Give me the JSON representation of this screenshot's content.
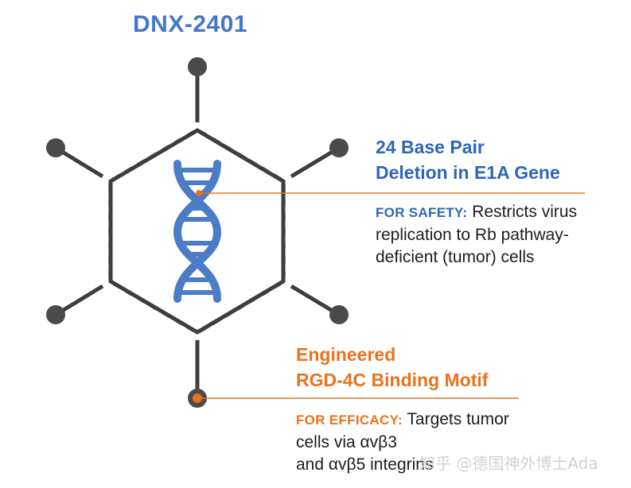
{
  "title": "DNX-2401",
  "colors": {
    "title_blue": "#4477c6",
    "heading_blue": "#2d66b9",
    "orange": "#e8731e",
    "outline": "#3d3d3d",
    "dna_blue": "#4a7cc8"
  },
  "features": [
    {
      "heading_lines": [
        "24 Base Pair",
        "Deletion in E1A Gene"
      ],
      "label": "FOR SAFETY:",
      "desc_lines": [
        "Restricts virus",
        "replication to Rb pathway-",
        "deficient (tumor) cells"
      ],
      "pointer": "dna-helix"
    },
    {
      "heading_lines": [
        "Engineered",
        "RGD-4C Binding Motif"
      ],
      "label": "FOR EFFICACY:",
      "desc_lines": [
        "Targets tumor",
        "cells via αvβ3",
        "and αvβ5 integrins"
      ],
      "pointer": "fiber-knob"
    }
  ],
  "icons": {
    "virus": "adenovirus-capsid-icon",
    "dna": "dna-helix-icon"
  },
  "watermark": "知乎 @德国神外博士Ada"
}
